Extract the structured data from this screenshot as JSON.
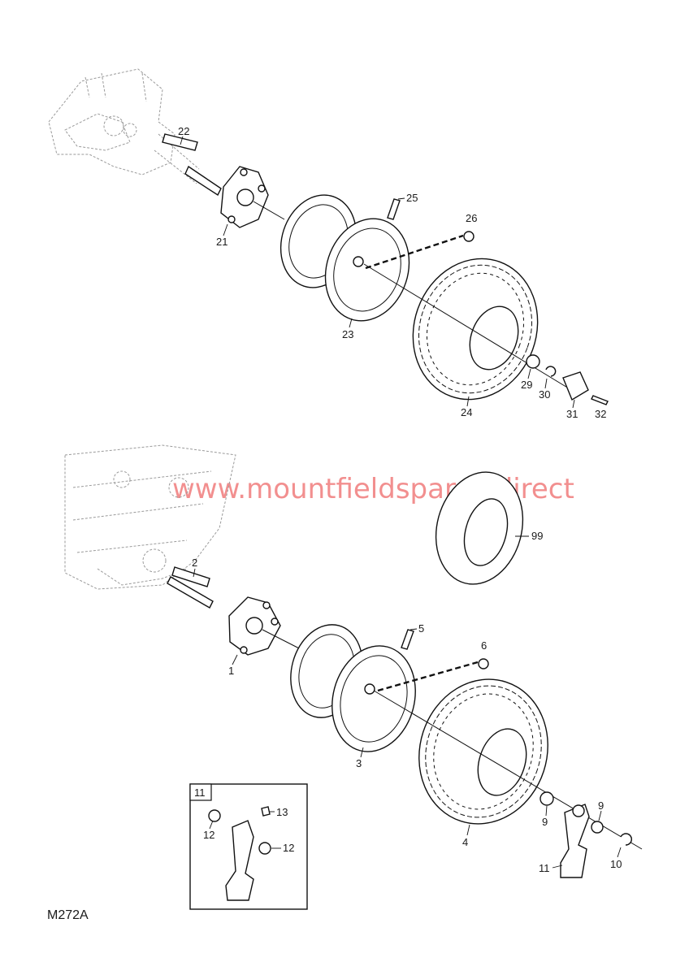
{
  "diagram_code": "M272A",
  "watermark": "www.mountfieldspares.direct",
  "inset": {
    "tag": "11",
    "labels": [
      "12",
      "13",
      "12"
    ]
  },
  "top_assembly_labels": [
    "22",
    "21",
    "25",
    "26",
    "23",
    "24",
    "29",
    "30",
    "31",
    "32"
  ],
  "bottom_assembly_labels": [
    "2",
    "1",
    "5",
    "6",
    "3",
    "4",
    "99",
    "9",
    "9",
    "10",
    "11"
  ]
}
